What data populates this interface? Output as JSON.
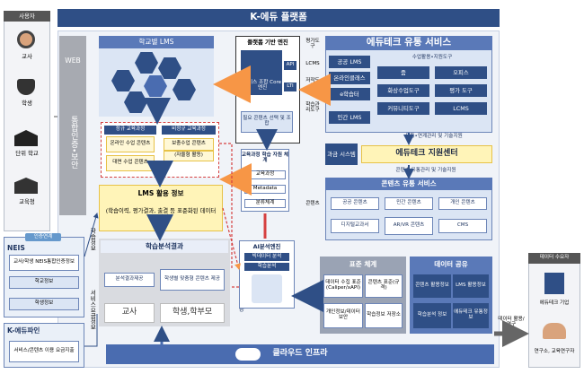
{
  "title": "K-에듀 플랫폼",
  "users": {
    "heading": "사용자",
    "items": [
      "교사",
      "학생",
      "단위 학교",
      "교육청"
    ]
  },
  "web_bar": {
    "label": "WEB",
    "auth": "통합인증•보안"
  },
  "lms": {
    "title": "학교별 LMS"
  },
  "curriculum": {
    "regular": "정규 교육과정",
    "regular_items": [
      "온라인 수업 콘텐츠",
      "대면 수업 콘텐츠"
    ],
    "extra": "비정규 교육과정",
    "extra_items": [
      "보충수업 콘텐츠",
      "(자율형 활동)"
    ]
  },
  "lms_info": {
    "title": "LMS 활용 정보",
    "desc": "(학습이력, 평가결과, 출결 등 표준화된 데이터로 저장)"
  },
  "analysis": {
    "title": "학습분석결과",
    "items": [
      "분석결과제공",
      "학생별 맞춤형 콘텐츠 제공"
    ],
    "targets": [
      "교사",
      "학생,학부모"
    ]
  },
  "feedback": "피드백 활용",
  "side_labels": {
    "learning_info": "학습정보",
    "service_fee": "서비스요금정보"
  },
  "neis": {
    "badge": "인증연계",
    "title": "NEIS",
    "items": [
      "교사/학생 NEIS통합인증정보",
      "학교정보",
      "학생정보"
    ]
  },
  "kedu_pay": {
    "title": "K-에듀파인",
    "desc": "서비스/콘텐츠 이용 요금지출"
  },
  "engine": {
    "title": "플랫폼 기반 엔진",
    "service_core": "서비스 조합 Core엔진",
    "api": "API",
    "lti": "LTI",
    "select": "필요 콘텐츠 선택 및 조합"
  },
  "curriculum_system": {
    "title": "교육과정 학습 자원 체계",
    "items": [
      "교육과정",
      "Metadata",
      "분류체계"
    ]
  },
  "ai": {
    "title": "AI분석엔진",
    "items": [
      "빅데이터 분석",
      "학습분석"
    ]
  },
  "tools": [
    "평가도구",
    "LCMS",
    "저작도구",
    "학습관리도구",
    "콘텐츠"
  ],
  "edutech_market": {
    "title": "에듀테크 유통 서비스",
    "left": [
      "공공 LMS",
      "온라인클래스",
      "e학습터",
      "민간 LMS"
    ],
    "right_title": "수업활용•지원도구",
    "right": [
      "줌",
      "오피스",
      "화상수업도구",
      "평가 도구",
      "커뮤니티도구",
      "LCMS"
    ]
  },
  "support": {
    "badge": "과금 시스템",
    "center": "에듀테크 지원센터",
    "top_note": "유통•연계관리 및 기술지원",
    "bottom_note": "콘텐츠 유통관리 및 기술지원"
  },
  "content_market": {
    "title": "콘텐츠 유통 서비스",
    "items": [
      "공공 콘텐츠",
      "민간 콘텐츠",
      "개인 콘텐츠",
      "디지털교과서",
      "AR/VR 콘텐츠",
      "CMS"
    ]
  },
  "standard": {
    "title": "표준 체계",
    "items": [
      "데이터 수집 표준 (Caliper/xAPI)",
      "콘텐츠 표준(규격)",
      "개인정보/데이터 보안",
      "학습정보 저장소"
    ]
  },
  "data_share": {
    "title": "데이터 공유",
    "items": [
      "콘텐츠 활용정보",
      "LMS 활용정보",
      "학습분석 정보",
      "에듀테크 유통정보"
    ]
  },
  "demand": {
    "heading": "데이터 수요자",
    "items": [
      "에듀테크 기업",
      "연구소, 교육연구자"
    ],
    "arrow": "데이터 활용/연구"
  },
  "cloud": "클라우드 인프라",
  "colors": {
    "dark": "#2f4f86",
    "mid": "#5a79b8",
    "pale": "#dbe5f4",
    "orange": "#f79646",
    "yellow": "#fff4b8"
  }
}
